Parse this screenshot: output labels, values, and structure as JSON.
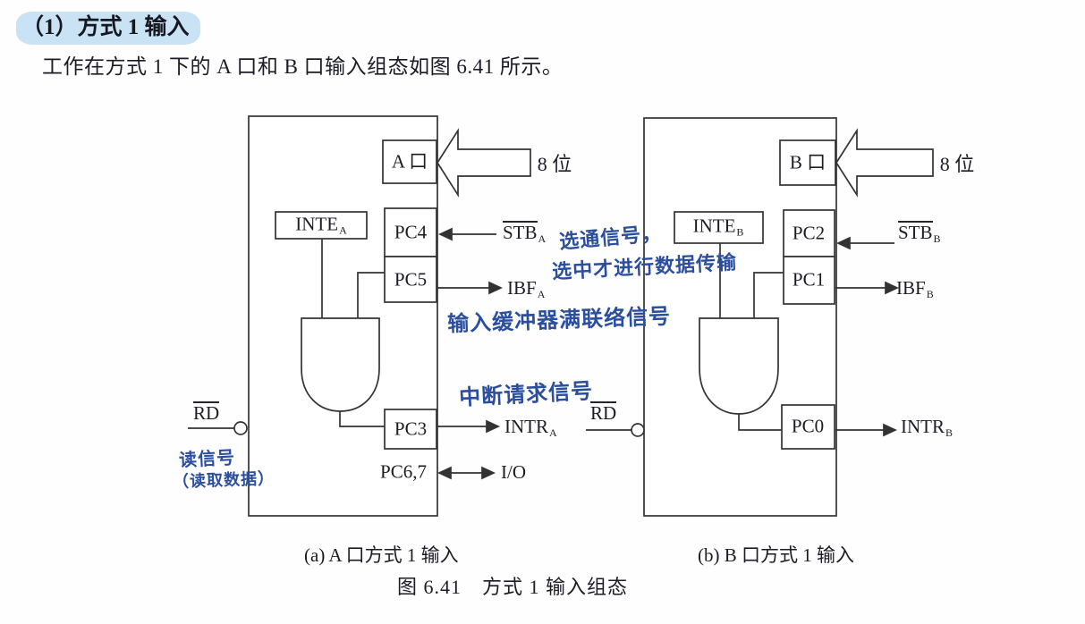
{
  "page": {
    "heading": "（1）方式 1 输入",
    "intro": "工作在方式 1 下的 A 口和 B 口输入组态如图 6.41 所示。",
    "caption_a": "(a) A 口方式 1 输入",
    "caption_b": "(b) B 口方式 1 输入",
    "figure_caption": "图 6.41　方式 1 输入组态"
  },
  "colors": {
    "highlight": "#c9e2f4",
    "handwriting_blue": "#2b4f9e",
    "line": "#333333",
    "text": "#1c1c26"
  },
  "diagram_a": {
    "port_label": "A 口",
    "bus_width": "8 位",
    "inte": {
      "base": "INTE",
      "sub": "A"
    },
    "pc_stb": "PC4",
    "pc_ibf": "PC5",
    "pc_intr": "PC3",
    "pc_io": "PC6,7",
    "io_label": "I/O",
    "rd": "RD",
    "stb": {
      "base": "STB",
      "sub": "A"
    },
    "ibf": {
      "base": "IBF",
      "sub": "A"
    },
    "intr": {
      "base": "INTR",
      "sub": "A"
    }
  },
  "diagram_b": {
    "port_label": "B 口",
    "bus_width": "8 位",
    "inte": {
      "base": "INTE",
      "sub": "B"
    },
    "pc_stb": "PC2",
    "pc_ibf": "PC1",
    "pc_intr": "PC0",
    "rd": "RD",
    "stb": {
      "base": "STB",
      "sub": "B"
    },
    "ibf": {
      "base": "IBF",
      "sub": "B"
    },
    "intr": {
      "base": "INTR",
      "sub": "B"
    }
  },
  "annotations": {
    "stb_note_line1": "选通信号，",
    "stb_note_line2": "选中才进行数据传输",
    "ibf_note": "输入缓冲器满联络信号",
    "intr_note": "中断请求信号",
    "rd_note_line1": "读信号",
    "rd_note_line2": "（读取数据）"
  }
}
